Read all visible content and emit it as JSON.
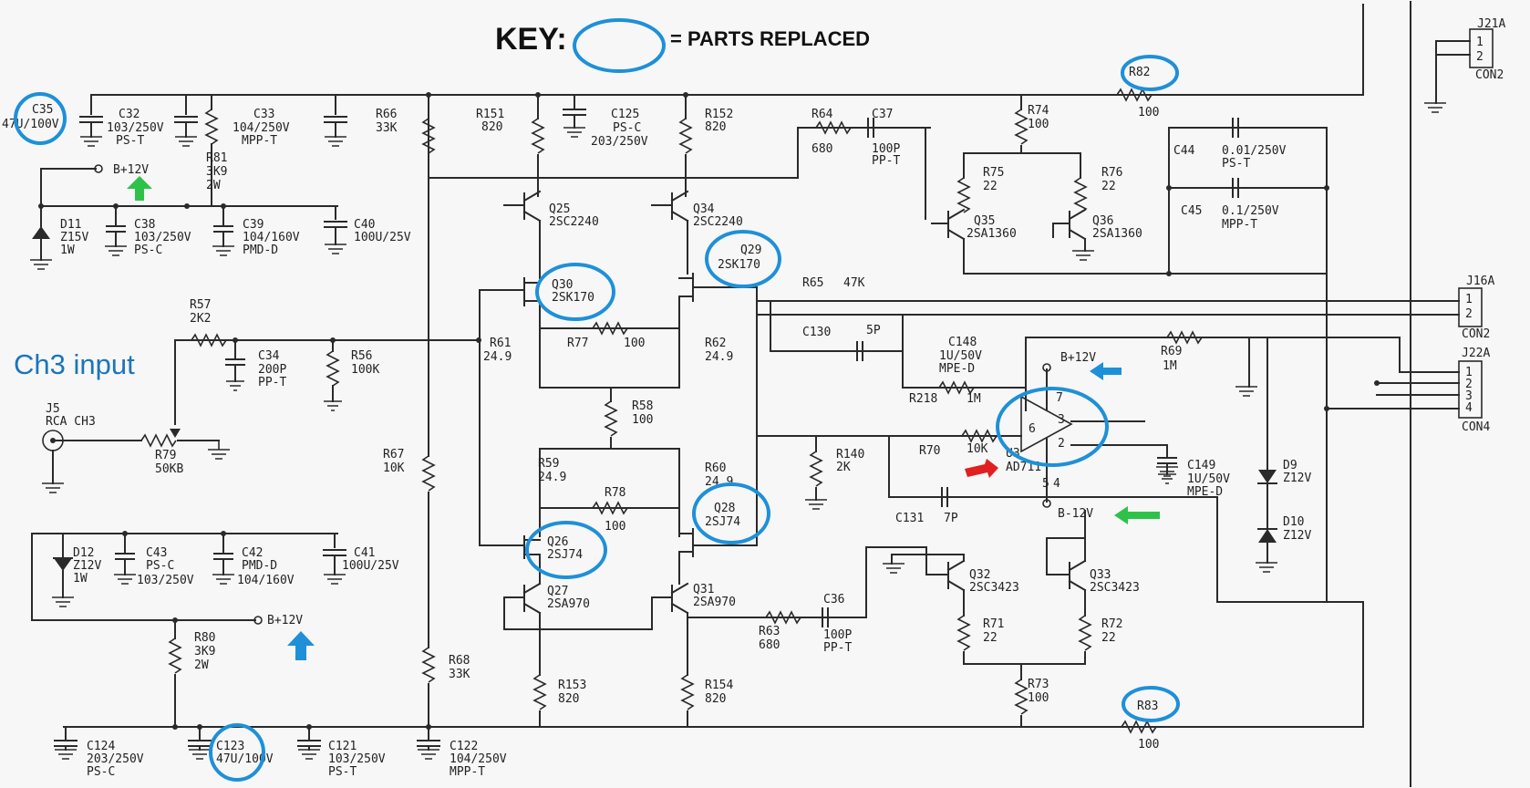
{
  "key": {
    "title": "KEY:",
    "legend": "= PARTS REPLACED"
  },
  "annotation": {
    "input_label": "Ch3 input"
  },
  "connectors": {
    "j21a": {
      "name": "J21A",
      "pins": [
        "1",
        "2"
      ],
      "type": "CON2"
    },
    "j16a": {
      "name": "J16A",
      "pins": [
        "1",
        "2"
      ],
      "type": "CON2"
    },
    "j22a": {
      "name": "J22A",
      "pins": [
        "1",
        "2",
        "3",
        "4"
      ],
      "type": "CON4"
    },
    "j5": {
      "name": "J5",
      "desc": "RCA CH3"
    }
  },
  "rails": {
    "b_plus": "B+12V",
    "b_minus": "B-12V"
  },
  "parts": {
    "c35": {
      "ref": "C35",
      "val": "47U/100V"
    },
    "c32": {
      "ref": "C32",
      "val": "103/250V",
      "type": "PS-T"
    },
    "c33": {
      "ref": "C33",
      "val": "104/250V",
      "type": "MPP-T"
    },
    "r66": {
      "ref": "R66",
      "val": "33K"
    },
    "r81": {
      "ref": "R81",
      "val": "3K9",
      "pw": "2W"
    },
    "d11": {
      "ref": "D11",
      "val": "Z15V",
      "pw": "1W"
    },
    "c38": {
      "ref": "C38",
      "val": "103/250V",
      "type": "PS-C"
    },
    "c39": {
      "ref": "C39",
      "val": "104/160V",
      "type": "PMD-D"
    },
    "c40": {
      "ref": "C40",
      "val": "100U/25V"
    },
    "r151": {
      "ref": "R151",
      "val": "820"
    },
    "c125": {
      "ref": "C125",
      "type": "PS-C",
      "val": "203/250V"
    },
    "r152": {
      "ref": "R152",
      "val": "820"
    },
    "r64": {
      "ref": "R64",
      "val": "680"
    },
    "c37": {
      "ref": "C37",
      "val": "100P",
      "type": "PP-T"
    },
    "r82": {
      "ref": "R82",
      "val": "100"
    },
    "r74": {
      "ref": "R74",
      "val": "100"
    },
    "r75": {
      "ref": "R75",
      "val": "22"
    },
    "r76": {
      "ref": "R76",
      "val": "22"
    },
    "c44": {
      "ref": "C44",
      "val": "0.01/250V",
      "type": "PS-T"
    },
    "c45": {
      "ref": "C45",
      "val": "0.1/250V",
      "type": "MPP-T"
    },
    "q25": {
      "ref": "Q25",
      "val": "2SC2240"
    },
    "q34": {
      "ref": "Q34",
      "val": "2SC2240"
    },
    "q35": {
      "ref": "Q35",
      "val": "2SA1360"
    },
    "q36": {
      "ref": "Q36",
      "val": "2SA1360"
    },
    "q29": {
      "ref": "Q29",
      "val": "2SK170"
    },
    "q30": {
      "ref": "Q30",
      "val": "2SK170"
    },
    "r65": {
      "ref": "R65",
      "val": "47K"
    },
    "c130": {
      "ref": "C130",
      "val": "5P"
    },
    "c148": {
      "ref": "C148",
      "val": "1U/50V",
      "type": "MPE-D"
    },
    "r69": {
      "ref": "R69",
      "val": "1M"
    },
    "r218": {
      "ref": "R218",
      "val": "1M"
    },
    "r57": {
      "ref": "R57",
      "val": "2K2"
    },
    "c34": {
      "ref": "C34",
      "val": "200P",
      "type": "PP-T"
    },
    "r56": {
      "ref": "R56",
      "val": "100K"
    },
    "r61": {
      "ref": "R61",
      "val": "24.9"
    },
    "r77": {
      "ref": "R77",
      "val": "100"
    },
    "r62": {
      "ref": "R62",
      "val": "24.9"
    },
    "r58": {
      "ref": "R58",
      "val": "100"
    },
    "r79": {
      "ref": "R79",
      "val": "50KB"
    },
    "r67": {
      "ref": "R67",
      "val": "10K"
    },
    "r140": {
      "ref": "R140",
      "val": "2K"
    },
    "r70": {
      "ref": "R70",
      "val": "10K"
    },
    "u3": {
      "ref": "U3",
      "val": "AD711"
    },
    "c149": {
      "ref": "C149",
      "val": "1U/50V",
      "type": "MPE-D"
    },
    "d9": {
      "ref": "D9",
      "val": "Z12V"
    },
    "d10": {
      "ref": "D10",
      "val": "Z12V"
    },
    "r59": {
      "ref": "R59",
      "val": "24.9"
    },
    "r78": {
      "ref": "R78",
      "val": "100"
    },
    "r60": {
      "ref": "R60",
      "val": "24.9"
    },
    "q28": {
      "ref": "Q28",
      "val": "2SJ74"
    },
    "q26": {
      "ref": "Q26",
      "val": "2SJ74"
    },
    "c131": {
      "ref": "C131",
      "val": "7P"
    },
    "d12": {
      "ref": "D12",
      "val": "Z12V",
      "pw": "1W"
    },
    "c43": {
      "ref": "C43",
      "type": "PS-C",
      "val": "103/250V"
    },
    "c42": {
      "ref": "C42",
      "type": "PMD-D",
      "val": "104/160V"
    },
    "c41": {
      "ref": "C41",
      "val": "100U/25V"
    },
    "q27": {
      "ref": "Q27",
      "val": "2SA970"
    },
    "q31": {
      "ref": "Q31",
      "val": "2SA970"
    },
    "q32": {
      "ref": "Q32",
      "val": "2SC3423"
    },
    "q33": {
      "ref": "Q33",
      "val": "2SC3423"
    },
    "c36": {
      "ref": "C36",
      "val": "100P",
      "type": "PP-T"
    },
    "r63": {
      "ref": "R63",
      "val": "680"
    },
    "r71": {
      "ref": "R71",
      "val": "22"
    },
    "r72": {
      "ref": "R72",
      "val": "22"
    },
    "r80": {
      "ref": "R80",
      "val": "3K9",
      "pw": "2W"
    },
    "r68": {
      "ref": "R68",
      "val": "33K"
    },
    "r153": {
      "ref": "R153",
      "val": "820"
    },
    "r154": {
      "ref": "R154",
      "val": "820"
    },
    "r73": {
      "ref": "R73",
      "val": "100"
    },
    "r83": {
      "ref": "R83",
      "val": "100"
    },
    "c124": {
      "ref": "C124",
      "val": "203/250V",
      "type": "PS-C"
    },
    "c123": {
      "ref": "C123",
      "val": "47U/100V"
    },
    "c121": {
      "ref": "C121",
      "val": "103/250V",
      "type": "PS-T"
    },
    "c122": {
      "ref": "C122",
      "val": "104/250V",
      "type": "MPP-T"
    }
  },
  "colors": {
    "circle": "#1e90d8",
    "arrow_green": "#2fc24a",
    "arrow_blue": "#1e90d8",
    "arrow_red": "#e02020"
  }
}
